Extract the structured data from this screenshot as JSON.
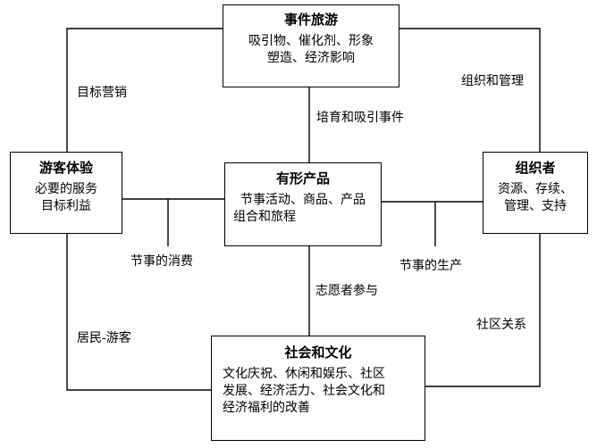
{
  "boxes": {
    "event_tourism": {
      "title": "事件旅游",
      "lines": [
        "吸引物、催化剂、形象",
        "塑造、经济影响"
      ]
    },
    "visitor_experience": {
      "title": "游客体验",
      "lines": [
        "必要的服务",
        "目标利益"
      ]
    },
    "tangible_product": {
      "title": "有形产品",
      "lines": [
        "节事活动、商品、产品",
        "组合和旅程"
      ]
    },
    "organizer": {
      "title": "组织者",
      "lines": [
        "资源、存续、",
        "管理、支持"
      ]
    },
    "society_culture": {
      "title": "社会和文化",
      "lines": [
        "文化庆祝、休闲和娱乐、社区",
        "发展、经济活力、社会文化和",
        "经济福利的改善"
      ]
    }
  },
  "labels": {
    "target_marketing": "目标营销",
    "org_management": "组织和管理",
    "nurture_events": "培育和吸引事件",
    "event_consumption": "节事的消费",
    "event_production": "节事的生产",
    "volunteer": "志愿者参与",
    "resident_visitor": "居民-游客",
    "community_relations": "社区关系"
  }
}
